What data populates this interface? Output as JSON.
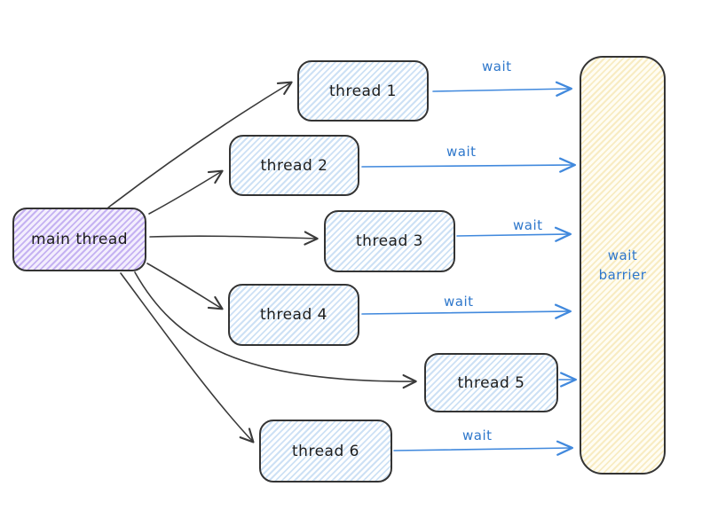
{
  "diagram": {
    "type": "flow-diagram",
    "description": "main thread spawning six worker threads that wait on a barrier",
    "nodes": {
      "main_thread": {
        "label": "main thread"
      },
      "thread1": {
        "label": "thread 1"
      },
      "thread2": {
        "label": "thread 2"
      },
      "thread3": {
        "label": "thread 3"
      },
      "thread4": {
        "label": "thread 4"
      },
      "thread5": {
        "label": "thread 5"
      },
      "thread6": {
        "label": "thread 6"
      },
      "barrier": {
        "label": "wait barrier"
      }
    },
    "edges": {
      "spawn_count": 6,
      "wait_label": "wait"
    },
    "colors": {
      "main_thread_hatch": "#c5b2f2",
      "thread_hatch": "#cde1f5",
      "barrier_hatch": "#f8ecc3",
      "shape_stroke": "#343434",
      "spawn_arrow": "#3a3a3a",
      "wait_arrow": "#4189dd",
      "wait_text": "#2e77cb"
    }
  }
}
